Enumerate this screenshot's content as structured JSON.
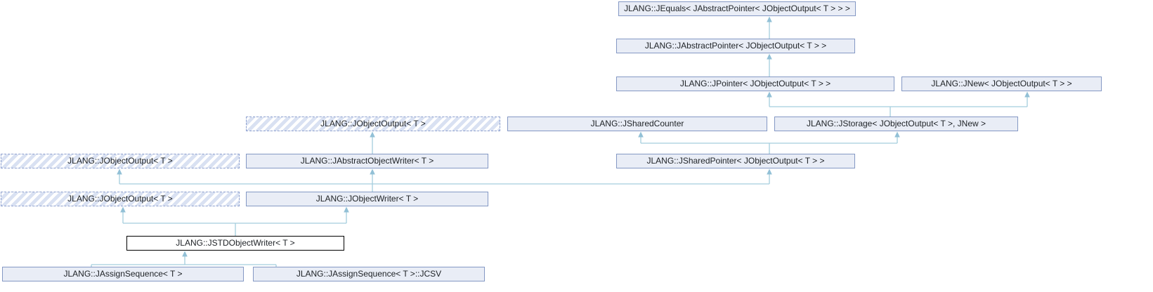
{
  "diagram": {
    "kind": "class-inheritance-graph",
    "focus_class": "JLANG::JSTDObjectWriter< T >",
    "colors": {
      "node_fill": "#E9EDF6",
      "node_border": "#8498C4",
      "dashed_border": "#8C9FCE",
      "hatch_stripe": "#D9E1F2",
      "main_border": "#000000",
      "edge_line": "#A4CEDD",
      "edge_arrow": "#92C0D6",
      "text": "#202428"
    },
    "nodes": {
      "jequals": {
        "label": "JLANG::JEquals< JAbstractPointer< JObjectOutput< T > > >",
        "style": "solid"
      },
      "jabstractpointer": {
        "label": "JLANG::JAbstractPointer< JObjectOutput< T > >",
        "style": "solid"
      },
      "jpointer": {
        "label": "JLANG::JPointer< JObjectOutput< T > >",
        "style": "solid"
      },
      "jnew": {
        "label": "JLANG::JNew< JObjectOutput< T > >",
        "style": "solid"
      },
      "jobjectoutput_top": {
        "label": "JLANG::JObjectOutput< T >",
        "style": "hatched"
      },
      "jsharedcounter": {
        "label": "JLANG::JSharedCounter",
        "style": "solid"
      },
      "jstorage": {
        "label": "JLANG::JStorage< JObjectOutput< T >, JNew >",
        "style": "solid"
      },
      "jobjectoutput_mid": {
        "label": "JLANG::JObjectOutput< T >",
        "style": "hatched"
      },
      "jabstractobjectwriter": {
        "label": "JLANG::JAbstractObjectWriter< T >",
        "style": "solid"
      },
      "jsharedpointer": {
        "label": "JLANG::JSharedPointer< JObjectOutput< T > >",
        "style": "solid"
      },
      "jobjectoutput_bottom": {
        "label": "JLANG::JObjectOutput< T >",
        "style": "hatched"
      },
      "jobjectwriter": {
        "label": "JLANG::JObjectWriter< T >",
        "style": "solid"
      },
      "jstdobjectwriter": {
        "label": "JLANG::JSTDObjectWriter< T >",
        "style": "main"
      },
      "jassignsequence": {
        "label": "JLANG::JAssignSequence< T >",
        "style": "solid"
      },
      "jassignsequence_jcsv": {
        "label": "JLANG::JAssignSequence< T >::JCSV",
        "style": "solid"
      }
    },
    "edges": [
      {
        "child": "jabstractpointer",
        "parent": "jequals",
        "relation": "inherits"
      },
      {
        "child": "jpointer",
        "parent": "jabstractpointer",
        "relation": "inherits"
      },
      {
        "child": "jstorage",
        "parent": "jpointer",
        "relation": "inherits"
      },
      {
        "child": "jstorage",
        "parent": "jnew",
        "relation": "inherits"
      },
      {
        "child": "jsharedpointer",
        "parent": "jsharedcounter",
        "relation": "inherits"
      },
      {
        "child": "jsharedpointer",
        "parent": "jstorage",
        "relation": "inherits"
      },
      {
        "child": "jabstractobjectwriter",
        "parent": "jobjectoutput_top",
        "relation": "inherits"
      },
      {
        "child": "jobjectwriter",
        "parent": "jobjectoutput_mid",
        "relation": "inherits"
      },
      {
        "child": "jobjectwriter",
        "parent": "jabstractobjectwriter",
        "relation": "inherits"
      },
      {
        "child": "jobjectwriter",
        "parent": "jsharedpointer",
        "relation": "inherits"
      },
      {
        "child": "jstdobjectwriter",
        "parent": "jobjectoutput_bottom",
        "relation": "inherits"
      },
      {
        "child": "jstdobjectwriter",
        "parent": "jobjectwriter",
        "relation": "inherits"
      },
      {
        "child": "jassignsequence",
        "parent": "jstdobjectwriter",
        "relation": "inherits"
      },
      {
        "child": "jassignsequence_jcsv",
        "parent": "jstdobjectwriter",
        "relation": "inherits"
      }
    ]
  }
}
